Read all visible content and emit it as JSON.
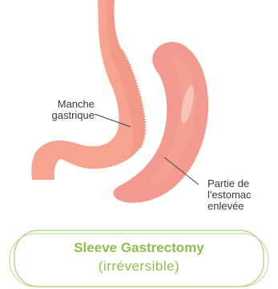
{
  "labels": {
    "sleeve": [
      "Manche",
      "gastrique"
    ],
    "removed": [
      "Partie de",
      "l'estomac",
      "enlevée"
    ]
  },
  "card": {
    "title": "Sleeve Gastrectomy",
    "subtitle": "(irréversible)"
  },
  "colors": {
    "stomach": "#f6a491",
    "stomach_shadow": "#ee8e7c",
    "removed_part": "#f29a8f",
    "highlight": "#fbc4bb",
    "callout_line": "#444444",
    "card_border": "#b9da8c",
    "card_text": "#8cc04b"
  }
}
